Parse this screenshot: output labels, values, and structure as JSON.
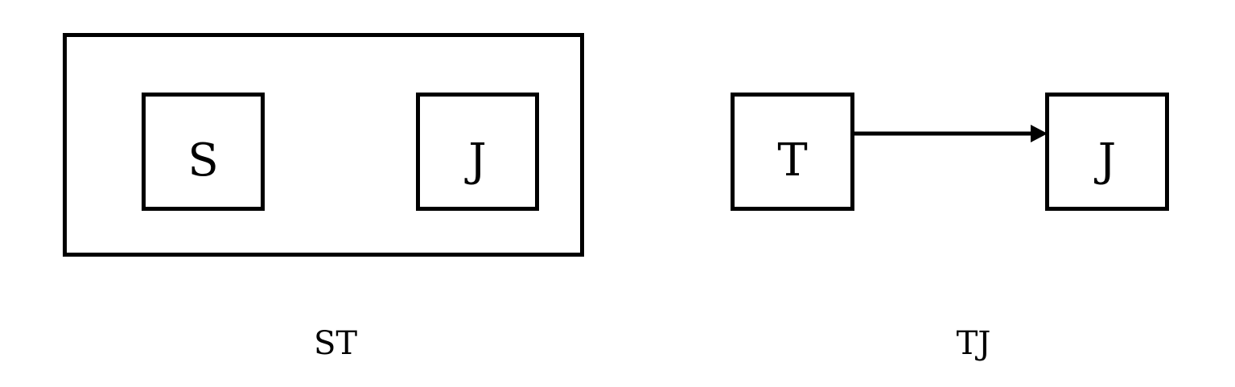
{
  "diagrams": [
    {
      "caption": "ST",
      "nodes": [
        {
          "id": "S",
          "label": "S"
        },
        {
          "id": "J",
          "label": "J"
        }
      ],
      "relation": "contained"
    },
    {
      "caption": "TJ",
      "nodes": [
        {
          "id": "T",
          "label": "T"
        },
        {
          "id": "J",
          "label": "J"
        }
      ],
      "edges": [
        {
          "from": "T",
          "to": "J"
        }
      ]
    }
  ],
  "colors": {
    "stroke": "#000000",
    "background": "#ffffff"
  }
}
